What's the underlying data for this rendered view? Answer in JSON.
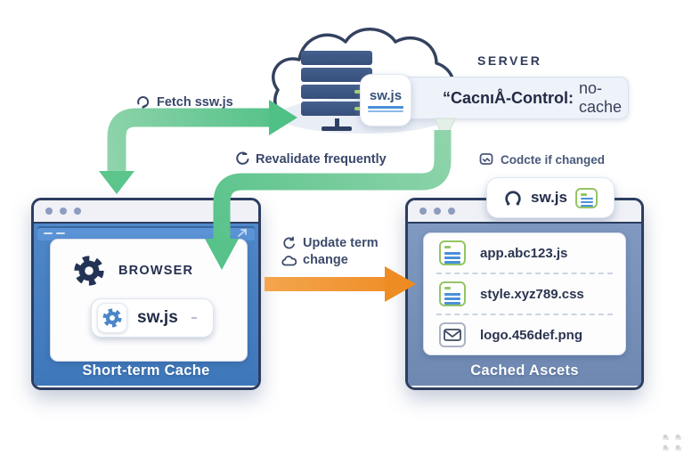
{
  "server": {
    "label": "SERVER",
    "badge": "sw.js",
    "header_directive": "“CacnıÅ-Control:",
    "header_value": "no-cache"
  },
  "arrows": {
    "fetch": "Fetch ssw.js",
    "revalidate": "Revalidate frequently",
    "conditional": "Codcte if changed",
    "update_line1": "Update term",
    "update_line2": "change"
  },
  "sw_card": {
    "label": "sw.js"
  },
  "browser_window": {
    "app_label": "BROWSER",
    "pill_label": "sw.js",
    "footer": "Short-term Cache"
  },
  "assets_window": {
    "files": [
      {
        "name": "app.abc123.js",
        "icon": "code-file-icon"
      },
      {
        "name": "style.xyz789.css",
        "icon": "code-file-icon"
      },
      {
        "name": "logo.456def.png",
        "icon": "image-file-icon"
      }
    ],
    "footer": "Cached Ascets"
  },
  "colors": {
    "green": "#57c289",
    "orange": "#ee8e25",
    "navy": "#2c3d60",
    "blue": "#4a86c8",
    "window_blue": "#4f88c9",
    "window_slate": "#8199c0"
  }
}
